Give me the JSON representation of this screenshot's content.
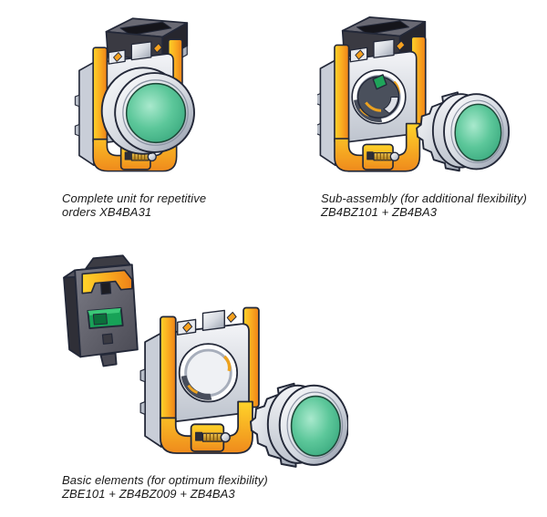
{
  "figures": [
    {
      "name": "complete-unit",
      "caption": [
        "Complete unit for repetitive",
        "orders XB4BA31"
      ]
    },
    {
      "name": "sub-assembly",
      "caption": [
        "Sub-assembly (for additional flexibility)",
        "ZB4BZ101 + ZB4BA3"
      ]
    },
    {
      "name": "basic-elements",
      "caption": [
        "Basic elements (for optimum flexibility)",
        "ZBE101 + ZB4BZ009 + ZB4BA3"
      ]
    }
  ],
  "illustration_parts": {
    "complete_unit": [
      "contact-block",
      "yellow-mounting-collar",
      "green-push-button"
    ],
    "sub_assembly": [
      "contact-block-on-collar",
      "green-push-button-head"
    ],
    "basic_elements": [
      "contact-block",
      "yellow-mounting-collar",
      "green-push-button-head"
    ]
  },
  "colors": {
    "background": "#ffffff",
    "button_green": "#4FBF92",
    "button_green_dark": "#2B9C72",
    "bracket_yellow": "#FFD42A",
    "bracket_orange": "#EE8118",
    "metal_silver": "#C9CED8",
    "contact_block_gray": "#55555F",
    "terminal_green": "#17A257",
    "screw_gold": "#D9A62E",
    "outline": "#232838",
    "caption_text": "#1A1A1A"
  }
}
